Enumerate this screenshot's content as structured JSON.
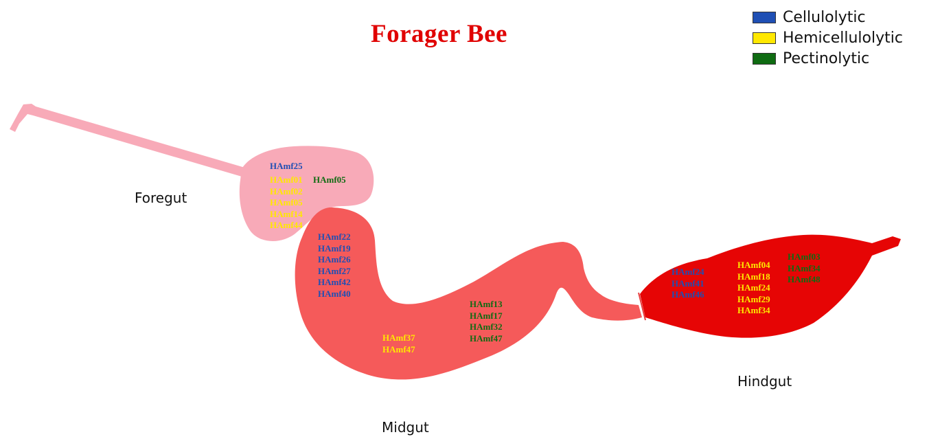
{
  "title": "Forager Bee",
  "legend": [
    {
      "label": "Cellulolytic",
      "color": "#1f4fb4"
    },
    {
      "label": "Hemicellulolytic",
      "color": "#ffe800"
    },
    {
      "label": "Pectinolytic",
      "color": "#0f6b12"
    }
  ],
  "regions": {
    "foregut": {
      "label": "Foregut",
      "color": "#f8aab8",
      "cellulolytic": [
        "HAmf25"
      ],
      "hemicellulolytic": [
        "HAmf01",
        "HAmf02",
        "HAmf05",
        "HAmf14",
        "HAmf44"
      ],
      "pectinolytic": [
        "HAmf05"
      ]
    },
    "midgut": {
      "label": "Midgut",
      "color": "#f55a5a",
      "cellulolytic": [
        "HAmf22",
        "HAmf19",
        "HAmf26",
        "HAmf27",
        "HAmf42",
        "HAmf40"
      ],
      "hemicellulolytic": [
        "HAmf37",
        "HAmf47"
      ],
      "pectinolytic": [
        "HAmf13",
        "HAmf17",
        "HAmf32",
        "HAmf47"
      ]
    },
    "hindgut": {
      "label": "Hindgut",
      "color": "#e60505",
      "cellulolytic": [
        "HAmf24",
        "HAmf41",
        "HAmf46"
      ],
      "hemicellulolytic": [
        "HAmf04",
        "HAmf18",
        "HAmf24",
        "HAmf29",
        "HAmf34"
      ],
      "pectinolytic": [
        "HAmf03",
        "HAmf34",
        "HAmf48"
      ]
    }
  }
}
